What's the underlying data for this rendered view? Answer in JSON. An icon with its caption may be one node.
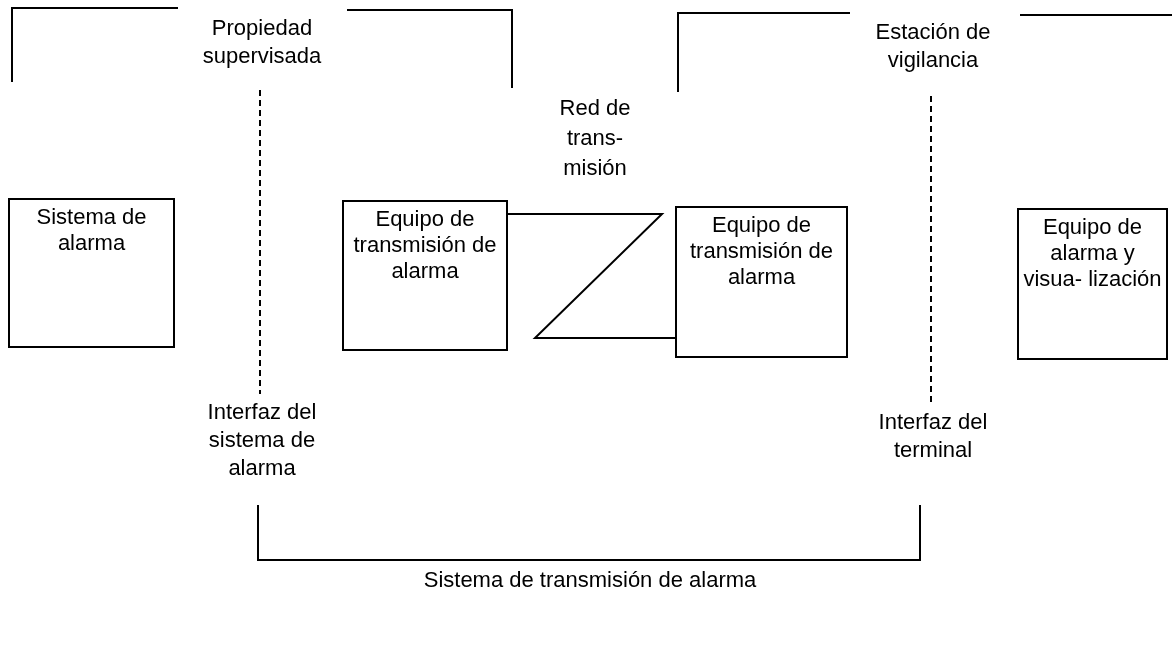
{
  "diagram": {
    "nodes": [
      {
        "text": [
          "Sistema de alarma"
        ]
      },
      {
        "text": [
          "Equipo de transmisión de alarma"
        ]
      },
      {
        "text": [
          "Equipo de transmisión de alarma"
        ]
      },
      {
        "text": [
          "Equipo de alarma y visua- lización"
        ]
      }
    ],
    "edges": [
      {
        "from": 1,
        "to": 2,
        "arrow": "none",
        "label": "Red de trans- misión"
      }
    ],
    "labels": [
      "Propiedad supervisada",
      "Estación de vigilancia",
      "Interfaz del sistema de alarma",
      "Interfaz del terminal",
      "Sistema de transmisión de alarma"
    ]
  }
}
